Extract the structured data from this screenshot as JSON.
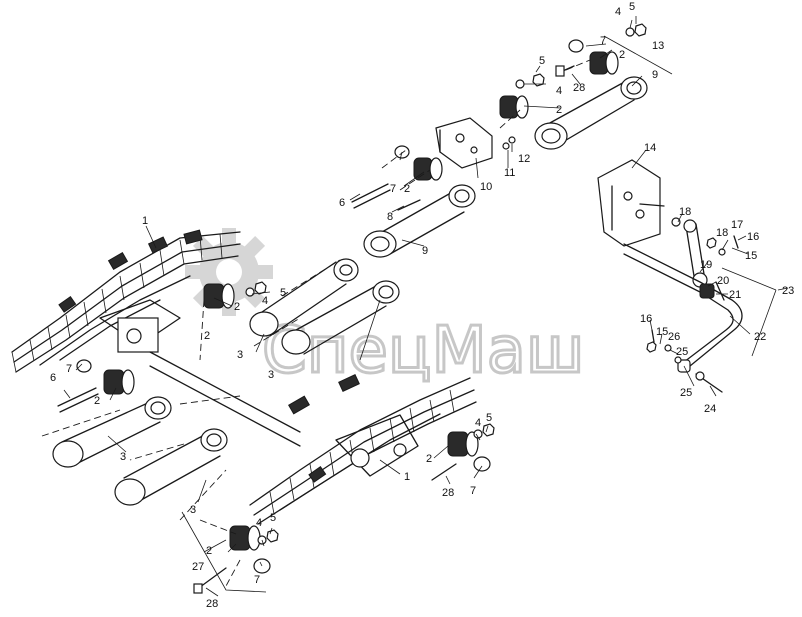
{
  "watermark": {
    "brand": "СпецМаш",
    "logo": "gear-logo",
    "color": "#b5b5b5"
  },
  "callouts": [
    {
      "id": "c1a",
      "text": "1"
    },
    {
      "id": "c1b",
      "text": "1"
    },
    {
      "id": "c2a",
      "text": "2"
    },
    {
      "id": "c2b",
      "text": "2"
    },
    {
      "id": "c2c",
      "text": "2"
    },
    {
      "id": "c2d",
      "text": "2"
    },
    {
      "id": "c2e",
      "text": "2"
    },
    {
      "id": "c2f",
      "text": "2"
    },
    {
      "id": "c2g",
      "text": "2"
    },
    {
      "id": "c2h",
      "text": "2"
    },
    {
      "id": "c3a",
      "text": "3"
    },
    {
      "id": "c3b",
      "text": "3"
    },
    {
      "id": "c3c",
      "text": "3"
    },
    {
      "id": "c3d",
      "text": "3"
    },
    {
      "id": "c4a",
      "text": "4"
    },
    {
      "id": "c4b",
      "text": "4"
    },
    {
      "id": "c4c",
      "text": "4"
    },
    {
      "id": "c4d",
      "text": "4"
    },
    {
      "id": "c4e",
      "text": "4"
    },
    {
      "id": "c5a",
      "text": "5"
    },
    {
      "id": "c5b",
      "text": "5"
    },
    {
      "id": "c5c",
      "text": "5"
    },
    {
      "id": "c5d",
      "text": "5"
    },
    {
      "id": "c5e",
      "text": "5"
    },
    {
      "id": "c6a",
      "text": "6"
    },
    {
      "id": "c6b",
      "text": "6"
    },
    {
      "id": "c7a",
      "text": "7"
    },
    {
      "id": "c7b",
      "text": "7"
    },
    {
      "id": "c7c",
      "text": "7"
    },
    {
      "id": "c7d",
      "text": "7"
    },
    {
      "id": "c7e",
      "text": "7"
    },
    {
      "id": "c8",
      "text": "8"
    },
    {
      "id": "c9a",
      "text": "9"
    },
    {
      "id": "c9b",
      "text": "9"
    },
    {
      "id": "c10",
      "text": "10"
    },
    {
      "id": "c11",
      "text": "11"
    },
    {
      "id": "c12",
      "text": "12"
    },
    {
      "id": "c13",
      "text": "13"
    },
    {
      "id": "c14",
      "text": "14"
    },
    {
      "id": "c15a",
      "text": "15"
    },
    {
      "id": "c15b",
      "text": "15"
    },
    {
      "id": "c16a",
      "text": "16"
    },
    {
      "id": "c16b",
      "text": "16"
    },
    {
      "id": "c17",
      "text": "17"
    },
    {
      "id": "c18a",
      "text": "18"
    },
    {
      "id": "c18b",
      "text": "18"
    },
    {
      "id": "c19",
      "text": "19"
    },
    {
      "id": "c20",
      "text": "20"
    },
    {
      "id": "c21",
      "text": "21"
    },
    {
      "id": "c22",
      "text": "22"
    },
    {
      "id": "c23",
      "text": "23"
    },
    {
      "id": "c24",
      "text": "24"
    },
    {
      "id": "c25a",
      "text": "25"
    },
    {
      "id": "c25b",
      "text": "25"
    },
    {
      "id": "c26",
      "text": "26"
    },
    {
      "id": "c27",
      "text": "27"
    },
    {
      "id": "c28a",
      "text": "28"
    },
    {
      "id": "c28b",
      "text": "28"
    },
    {
      "id": "c28c",
      "text": "28"
    }
  ]
}
